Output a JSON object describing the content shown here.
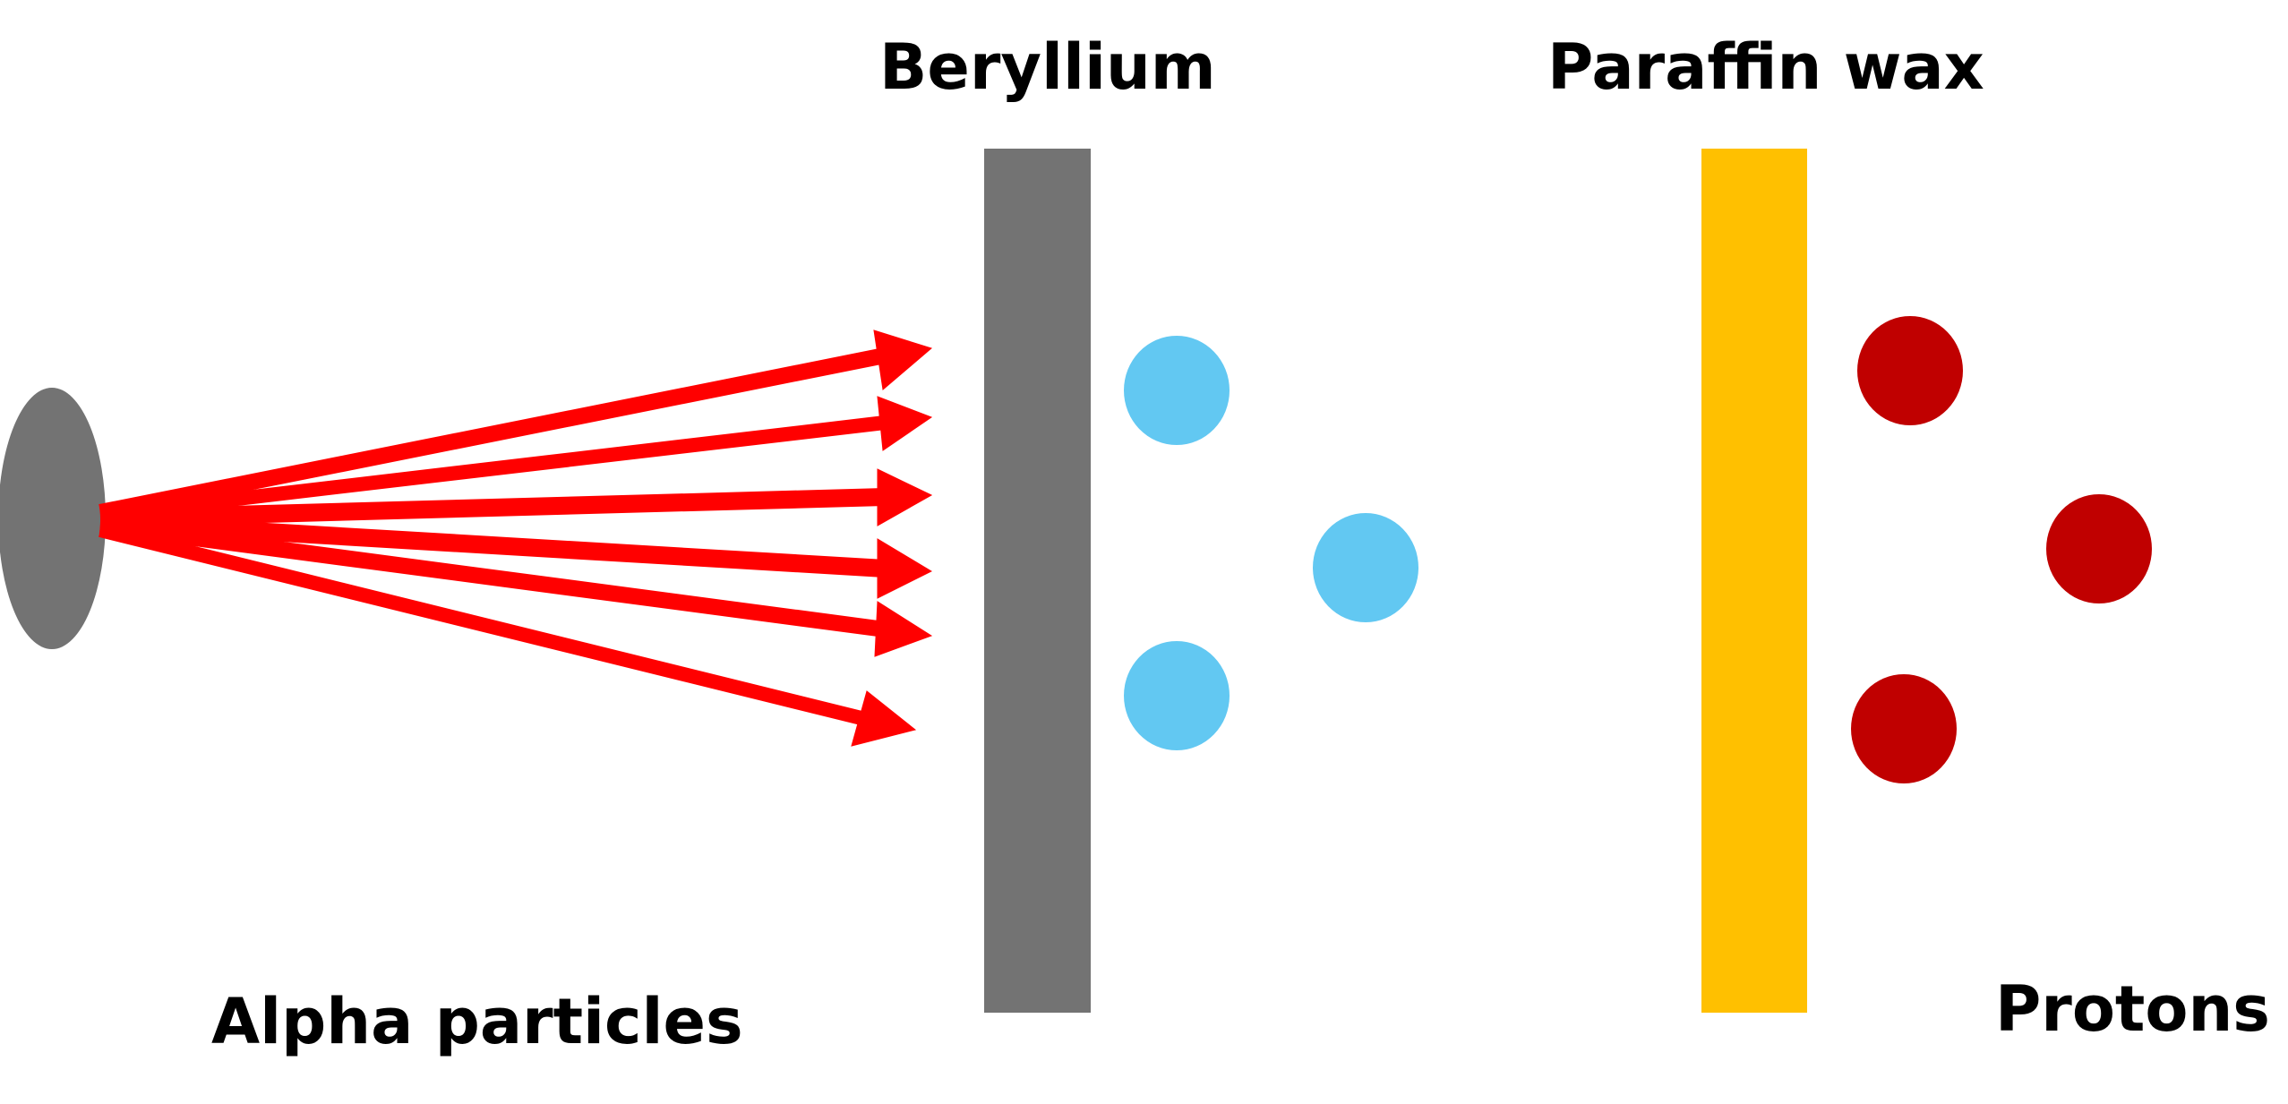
{
  "labels": {
    "beryllium": "Beryllium",
    "paraffin_wax": "Paraffin wax",
    "alpha_particles": "Alpha particles",
    "protons": "Protons"
  },
  "colors": {
    "source": "#737373",
    "beryllium": "#737373",
    "paraffin_wax": "#FFC000",
    "alpha_arrows": "#FF0000",
    "emitted_particles": "#62C8F2",
    "protons": "#C00000",
    "text": "#000000"
  },
  "counts": {
    "alpha_arrows": 6,
    "emitted_particles": 3,
    "protons": 3
  }
}
